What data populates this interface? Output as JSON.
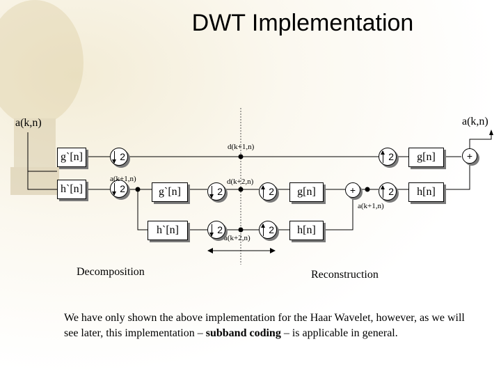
{
  "title": "DWT Implementation",
  "input_label": "a(k,n)",
  "output_label": "a(k,n)",
  "filters": {
    "g_analysis": "g`[n]",
    "h_analysis": "h`[n]",
    "g_synthesis": "g[n]",
    "h_synthesis": "h[n]"
  },
  "factor": "2",
  "plus": "+",
  "signals": {
    "d_k1": "d(k+1,n)",
    "a_k1": "a(k+1,n)",
    "d_k2": "d(k+2,n)",
    "a_k2": "a(k+2,n)",
    "a_k1_rec": "a(k+1,n)"
  },
  "sections": {
    "decomposition": "Decomposition",
    "reconstruction": "Reconstruction"
  },
  "note": {
    "line1": "We have only shown the above implementation for the Haar Wavelet, however, as we will",
    "line2_pre": "see later, this implementation – ",
    "line2_bold": "subband coding",
    "line2_post": " – is applicable in general."
  }
}
